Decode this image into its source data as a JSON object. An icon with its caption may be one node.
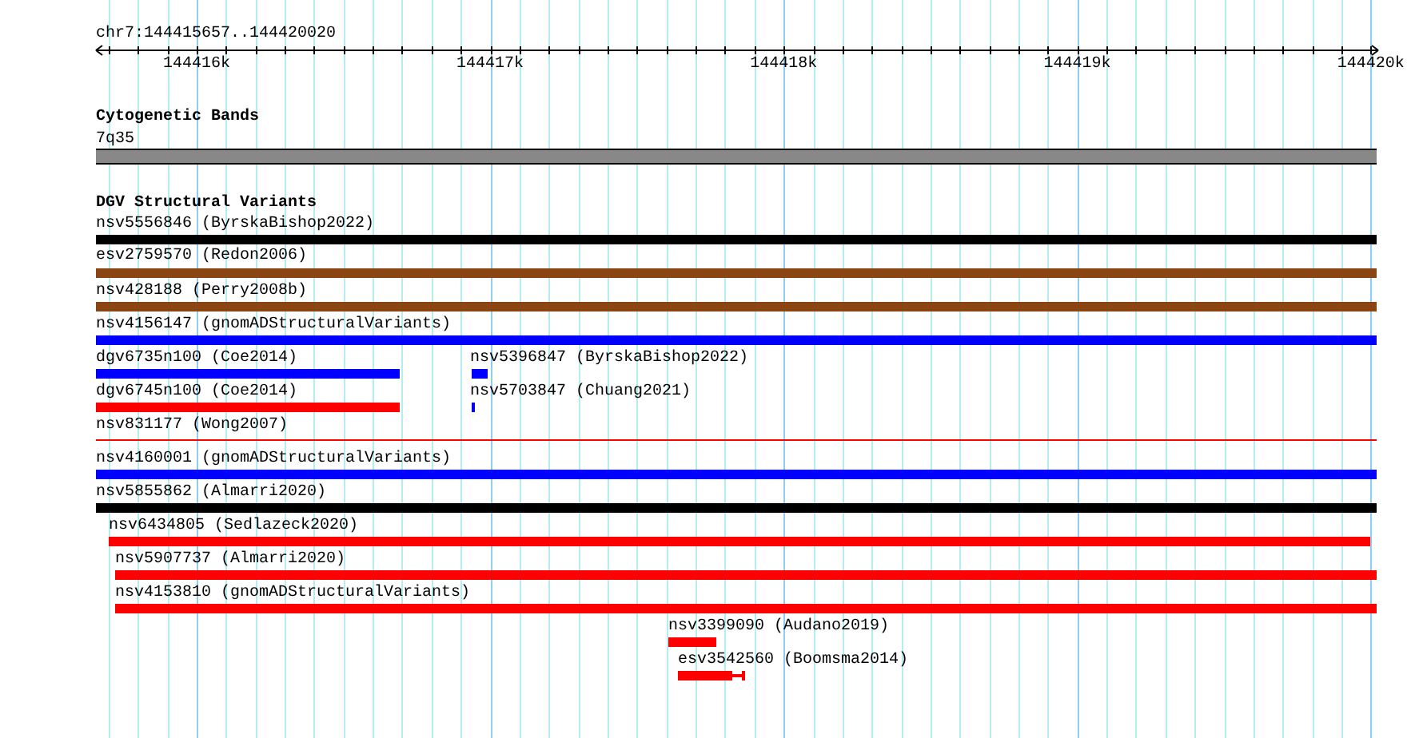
{
  "diagram": {
    "title": "chr7:144415657..144420020",
    "nodes": [
      {
        "text": [
          "7q35"
        ]
      },
      {
        "text": [
          "nsv5556846 (ByrskaBishop2022)"
        ]
      },
      {
        "text": [
          "esv2759570 (Redon2006)"
        ]
      },
      {
        "text": [
          "nsv428188 (Perry2008b)"
        ]
      },
      {
        "text": [
          "nsv4156147 (gnomADStructuralVariants)"
        ]
      },
      {
        "text": [
          "dgv6735n100 (Coe2014)"
        ]
      },
      {
        "text": [
          "nsv5396847 (ByrskaBishop2022)"
        ]
      },
      {
        "text": [
          "dgv6745n100 (Coe2014)"
        ]
      },
      {
        "text": [
          "nsv5703847 (Chuang2021)"
        ]
      },
      {
        "text": [
          "nsv831177 (Wong2007)"
        ]
      },
      {
        "text": [
          "nsv4160001 (gnomADStructuralVariants)"
        ]
      },
      {
        "text": [
          "nsv5855862 (Almarri2020)"
        ]
      },
      {
        "text": [
          "nsv6434805 (Sedlazeck2020)"
        ]
      },
      {
        "text": [
          "nsv5907737 (Almarri2020)"
        ]
      },
      {
        "text": [
          "nsv4153810 (gnomADStructuralVariants)"
        ]
      },
      {
        "text": [
          "nsv3399090 (Audano2019)"
        ]
      },
      {
        "text": [
          "esv3542560 (Boomsma2014)"
        ]
      }
    ],
    "labels": [
      "144416k",
      "144417k",
      "144418k",
      "144419k",
      "144420k",
      "Cytogenetic Bands",
      "DGV Structural Variants"
    ]
  }
}
